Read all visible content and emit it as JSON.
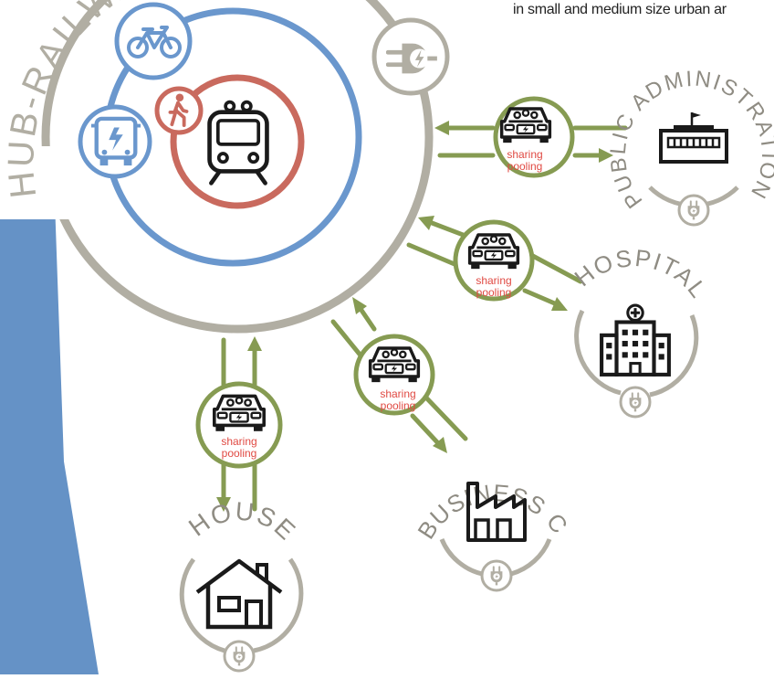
{
  "caption": "in small and medium size urban ar",
  "hub_label": "HUB-RAILWA",
  "destinations": {
    "public_administration": "PUBLIC ADMINISTRATION",
    "hospital": "HOSPITAL",
    "business_company": "BUSINESS COMPANY",
    "house": "HOUSE"
  },
  "car_badge": {
    "line1": "sharing",
    "line2": "pooling"
  },
  "icons": [
    "bicycle-icon",
    "electric-bus-icon",
    "pedestrian-icon",
    "train-icon",
    "ev-plug-icon",
    "electric-car-icon",
    "government-building-icon",
    "hospital-icon",
    "factory-icon",
    "house-icon"
  ],
  "colors": {
    "blue_band": "#6592c6",
    "blue_ring": "#6a97cd",
    "red_ring": "#c96a5e",
    "grey_ring": "#b1aea3",
    "green": "#869b52",
    "red_text": "#e04a43",
    "dark": "#1a1a1a"
  }
}
